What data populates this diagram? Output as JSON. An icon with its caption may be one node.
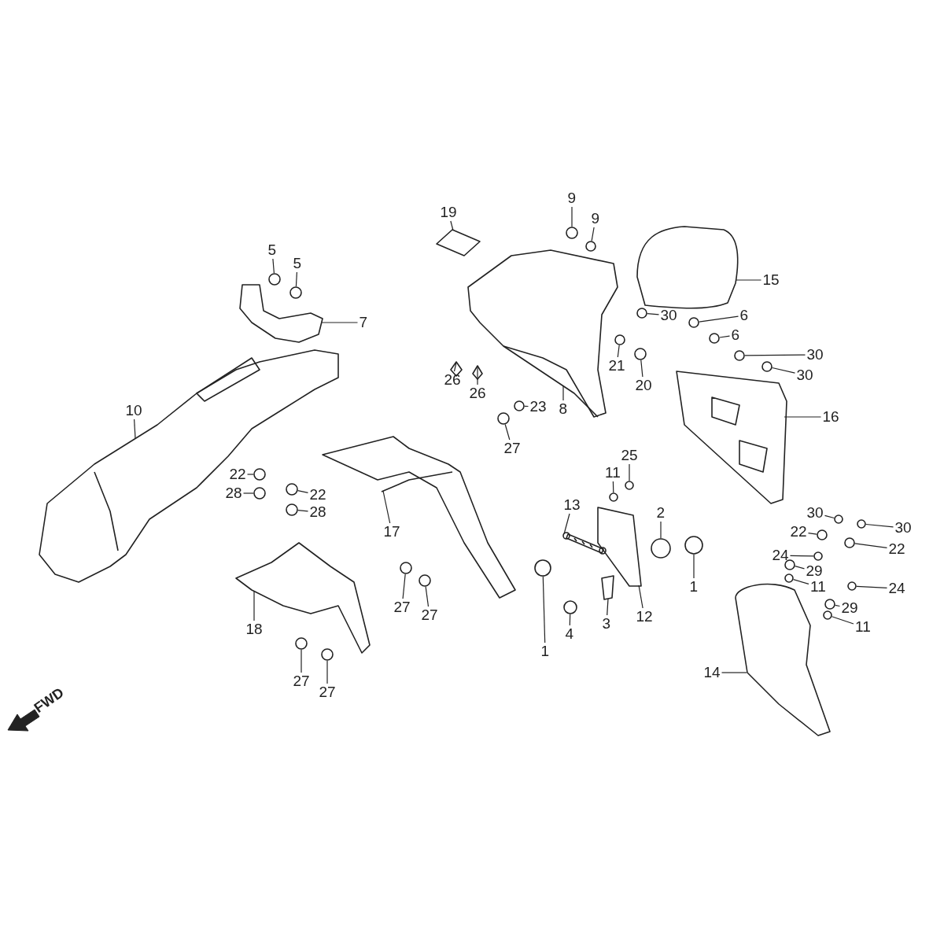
{
  "diagram": {
    "nodes": [
      {
        "text": [
          "9"
        ]
      },
      {
        "text": [
          "19"
        ]
      },
      {
        "text": [
          "9"
        ]
      },
      {
        "text": [
          "5"
        ]
      },
      {
        "text": [
          "5"
        ]
      },
      {
        "text": [
          "15"
        ]
      },
      {
        "text": [
          "30"
        ]
      },
      {
        "text": [
          "6"
        ]
      },
      {
        "text": [
          "7"
        ]
      },
      {
        "text": [
          "6"
        ]
      },
      {
        "text": [
          "30"
        ]
      },
      {
        "text": [
          "21"
        ]
      },
      {
        "text": [
          "30"
        ]
      },
      {
        "text": [
          "26"
        ]
      },
      {
        "text": [
          "20"
        ]
      },
      {
        "text": [
          "26"
        ]
      },
      {
        "text": [
          "23"
        ]
      },
      {
        "text": [
          "8"
        ]
      },
      {
        "text": [
          "10"
        ]
      },
      {
        "text": [
          "16"
        ]
      },
      {
        "text": [
          "27"
        ]
      },
      {
        "text": [
          "25"
        ]
      },
      {
        "text": [
          "11"
        ]
      },
      {
        "text": [
          "22"
        ]
      },
      {
        "text": [
          "28"
        ]
      },
      {
        "text": [
          "22"
        ]
      },
      {
        "text": [
          "13"
        ]
      },
      {
        "text": [
          "30"
        ]
      },
      {
        "text": [
          "2"
        ]
      },
      {
        "text": [
          "28"
        ]
      },
      {
        "text": [
          "30"
        ]
      },
      {
        "text": [
          "17"
        ]
      },
      {
        "text": [
          "22"
        ]
      },
      {
        "text": [
          "22"
        ]
      },
      {
        "text": [
          "24"
        ]
      },
      {
        "text": [
          "29"
        ]
      },
      {
        "text": [
          "1"
        ]
      },
      {
        "text": [
          "11"
        ]
      },
      {
        "text": [
          "24"
        ]
      },
      {
        "text": [
          "29"
        ]
      },
      {
        "text": [
          "27"
        ]
      },
      {
        "text": [
          "27"
        ]
      },
      {
        "text": [
          "3"
        ]
      },
      {
        "text": [
          "12"
        ]
      },
      {
        "text": [
          "11"
        ]
      },
      {
        "text": [
          "18"
        ]
      },
      {
        "text": [
          "4"
        ]
      },
      {
        "text": [
          "1"
        ]
      },
      {
        "text": [
          "14"
        ]
      },
      {
        "text": [
          "27"
        ]
      },
      {
        "text": [
          "27"
        ]
      },
      {
        "text": [],
        "shape": "circle"
      },
      {
        "text": [],
        "shape": "picture"
      },
      {
        "text": [],
        "shape": "circle"
      },
      {
        "text": [],
        "shape": "circle"
      },
      {
        "text": [],
        "shape": "circle"
      },
      {
        "text": [],
        "shape": "picture"
      },
      {
        "text": [],
        "shape": "circle"
      },
      {
        "text": [],
        "shape": "circle"
      },
      {
        "text": [],
        "shape": "picture"
      },
      {
        "text": [],
        "shape": "circle"
      },
      {
        "text": [],
        "shape": "circle"
      },
      {
        "text": [],
        "shape": "circle"
      },
      {
        "text": [],
        "shape": "circle"
      },
      {
        "text": [],
        "shape": "picture"
      },
      {
        "text": [],
        "shape": "circle"
      },
      {
        "text": [],
        "shape": "picture"
      },
      {
        "text": [],
        "shape": "circle"
      },
      {
        "text": [],
        "shape": "picture"
      },
      {
        "text": [],
        "shape": "picture"
      },
      {
        "text": [],
        "shape": "picture"
      },
      {
        "text": [],
        "shape": "circle"
      },
      {
        "text": [],
        "shape": "circle"
      },
      {
        "text": [],
        "shape": "circle"
      },
      {
        "text": [],
        "shape": "circle"
      },
      {
        "text": [],
        "shape": "circle"
      },
      {
        "text": [],
        "shape": "circle"
      },
      {
        "text": [],
        "shape": "picture"
      },
      {
        "text": [],
        "shape": "circle"
      },
      {
        "text": [],
        "shape": "circle"
      },
      {
        "text": [],
        "shape": "circle"
      },
      {
        "text": [],
        "shape": "circle"
      },
      {
        "text": [],
        "shape": "picture"
      },
      {
        "text": [],
        "shape": "circle"
      },
      {
        "text": [],
        "shape": "circle"
      },
      {
        "text": [],
        "shape": "circle"
      },
      {
        "text": [],
        "shape": "circle"
      },
      {
        "text": [],
        "shape": "circle"
      },
      {
        "text": [],
        "shape": "circle"
      },
      {
        "text": [],
        "shape": "circle"
      },
      {
        "text": [],
        "shape": "circle"
      },
      {
        "text": [],
        "shape": "circle"
      },
      {
        "text": [],
        "shape": "circle"
      },
      {
        "text": [],
        "shape": "picture"
      },
      {
        "text": [],
        "shape": "picture"
      },
      {
        "text": [],
        "shape": "circle"
      },
      {
        "text": [],
        "shape": "picture"
      },
      {
        "text": [],
        "shape": "circle"
      },
      {
        "text": [],
        "shape": "circle"
      },
      {
        "text": [],
        "shape": "picture"
      },
      {
        "text": [],
        "shape": "circle"
      },
      {
        "text": [],
        "shape": "circle"
      }
    ],
    "edges": [
      {
        "from": 0,
        "to": 51,
        "arrow": "none"
      },
      {
        "from": 1,
        "to": 52,
        "arrow": "none"
      },
      {
        "from": 2,
        "to": 53,
        "arrow": "none"
      },
      {
        "from": 3,
        "to": 54,
        "arrow": "none"
      },
      {
        "from": 4,
        "to": 55,
        "arrow": "none"
      },
      {
        "from": 5,
        "to": 56,
        "arrow": "none"
      },
      {
        "from": 6,
        "to": 57,
        "arrow": "none"
      },
      {
        "from": 7,
        "to": 58,
        "arrow": "none"
      },
      {
        "from": 8,
        "to": 59,
        "arrow": "none"
      },
      {
        "from": 9,
        "to": 60,
        "arrow": "none"
      },
      {
        "from": 10,
        "to": 61,
        "arrow": "none"
      },
      {
        "from": 11,
        "to": 62,
        "arrow": "none"
      },
      {
        "from": 12,
        "to": 63,
        "arrow": "none"
      },
      {
        "from": 13,
        "to": 64,
        "arrow": "none"
      },
      {
        "from": 14,
        "to": 65,
        "arrow": "none"
      },
      {
        "from": 15,
        "to": 66,
        "arrow": "none"
      },
      {
        "from": 16,
        "to": 67,
        "arrow": "none"
      },
      {
        "from": 17,
        "to": 68,
        "arrow": "none"
      },
      {
        "from": 18,
        "to": 69,
        "arrow": "none"
      },
      {
        "from": 19,
        "to": 70,
        "arrow": "none"
      },
      {
        "from": 20,
        "to": 71,
        "arrow": "none"
      },
      {
        "from": 21,
        "to": 72,
        "arrow": "none"
      },
      {
        "from": 22,
        "to": 73,
        "arrow": "none"
      },
      {
        "from": 23,
        "to": 74,
        "arrow": "none"
      },
      {
        "from": 24,
        "to": 75,
        "arrow": "none"
      },
      {
        "from": 25,
        "to": 76,
        "arrow": "none"
      },
      {
        "from": 26,
        "to": 77,
        "arrow": "none"
      },
      {
        "from": 27,
        "to": 78,
        "arrow": "none"
      },
      {
        "from": 28,
        "to": 79,
        "arrow": "none"
      },
      {
        "from": 29,
        "to": 80,
        "arrow": "none"
      },
      {
        "from": 30,
        "to": 81,
        "arrow": "none"
      },
      {
        "from": 31,
        "to": 82,
        "arrow": "none"
      },
      {
        "from": 32,
        "to": 83,
        "arrow": "none"
      },
      {
        "from": 33,
        "to": 84,
        "arrow": "none"
      },
      {
        "from": 34,
        "to": 85,
        "arrow": "none"
      },
      {
        "from": 35,
        "to": 86,
        "arrow": "none"
      },
      {
        "from": 36,
        "to": 87,
        "arrow": "none"
      },
      {
        "from": 37,
        "to": 88,
        "arrow": "none"
      },
      {
        "from": 38,
        "to": 89,
        "arrow": "none"
      },
      {
        "from": 39,
        "to": 90,
        "arrow": "none"
      },
      {
        "from": 40,
        "to": 91,
        "arrow": "none"
      },
      {
        "from": 41,
        "to": 92,
        "arrow": "none"
      },
      {
        "from": 42,
        "to": 93,
        "arrow": "none"
      },
      {
        "from": 43,
        "to": 94,
        "arrow": "none"
      },
      {
        "from": 44,
        "to": 95,
        "arrow": "none"
      },
      {
        "from": 45,
        "to": 96,
        "arrow": "none"
      },
      {
        "from": 46,
        "to": 97,
        "arrow": "none"
      },
      {
        "from": 47,
        "to": 98,
        "arrow": "none"
      },
      {
        "from": 48,
        "to": 99,
        "arrow": "none"
      },
      {
        "from": 49,
        "to": 100,
        "arrow": "none"
      },
      {
        "from": 50,
        "to": 101,
        "arrow": "none"
      }
    ],
    "labels": [
      "FWD"
    ]
  }
}
